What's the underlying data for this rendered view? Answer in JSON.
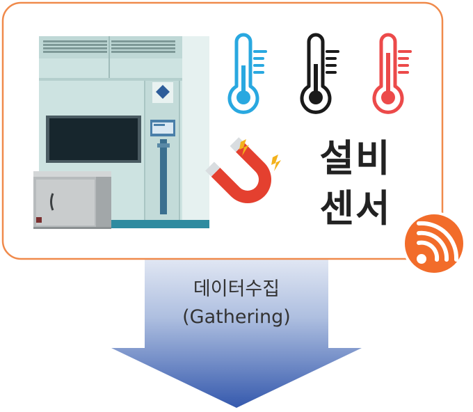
{
  "box_title_line1": "설비",
  "box_title_line2": "센서",
  "arrow_line1": "데이터수집",
  "arrow_line2": "(Gathering)",
  "colors": {
    "frame": "#f08a4b",
    "thermo_blue": "#29a8e0",
    "thermo_black": "#1a1a1a",
    "thermo_red": "#ec4a4a",
    "magnet_red": "#e4402f",
    "spark_yellow": "#f3b21c",
    "badge": "#f26c2a",
    "arrow_top": "#e8ecf6",
    "arrow_bottom": "#3a5fb0"
  },
  "icons": [
    "equipment-illustration",
    "thermometer-blue-icon",
    "thermometer-black-icon",
    "thermometer-red-icon",
    "magnet-icon",
    "rss-signal-icon",
    "down-arrow"
  ]
}
